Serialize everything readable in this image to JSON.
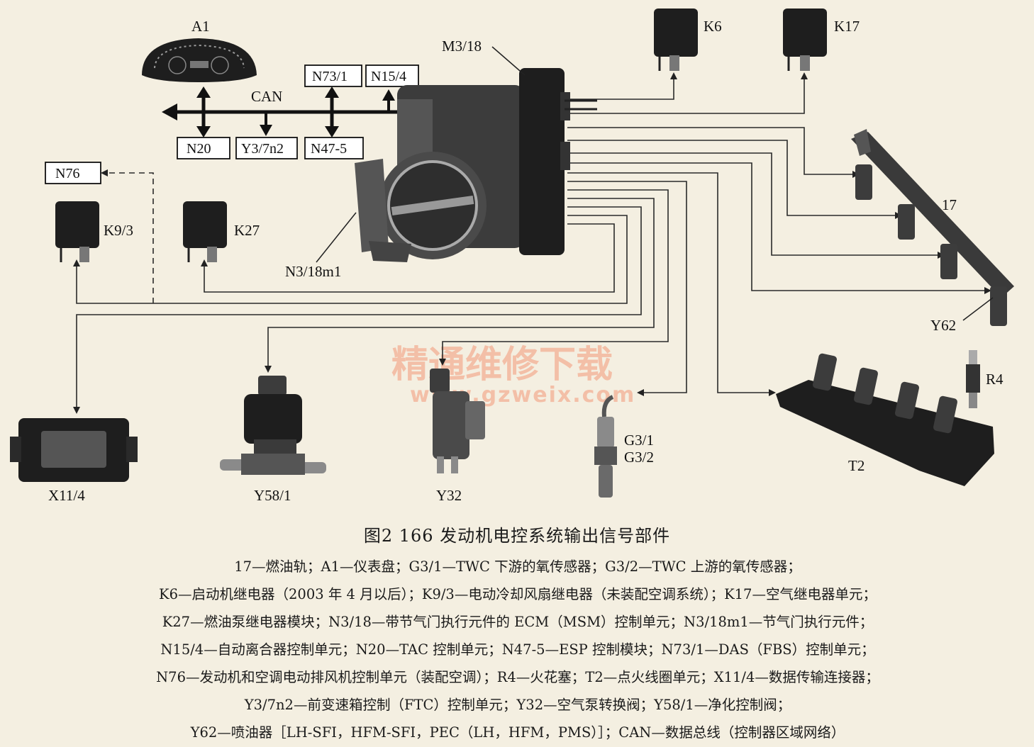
{
  "labels": {
    "A1": "A1",
    "M3_18": "M3/18",
    "K6": "K6",
    "K17": "K17",
    "CAN": "CAN",
    "N73_1": "N73/1",
    "N15_4": "N15/4",
    "N20": "N20",
    "Y3_7n2": "Y3/7n2",
    "N47_5": "N47-5",
    "N76": "N76",
    "K9_3": "K9/3",
    "K27": "K27",
    "N3_18m1": "N3/18m1",
    "item17": "17",
    "Y62": "Y62",
    "R4": "R4",
    "X11_4": "X11/4",
    "Y58_1": "Y58/1",
    "Y32": "Y32",
    "G3_1": "G3/1",
    "G3_2": "G3/2",
    "T2": "T2"
  },
  "watermark": {
    "main": "精通维修下载",
    "url": "www.gzweix.com"
  },
  "caption": "图2  166 发动机电控系统输出信号部件",
  "legend": [
    "17—燃油轨；A1—仪表盘；G3/1—TWC 下游的氧传感器；G3/2—TWC 上游的氧传感器；",
    "K6—启动机继电器（2003 年 4 月以后）；K9/3—电动冷却风扇继电器（未装配空调系统）；K17—空气继电器单元；",
    "K27—燃油泵继电器模块；N3/18—带节气门执行元件的 ECM（MSM）控制单元；N3/18m1—节气门执行元件；",
    "N15/4—自动离合器控制单元；N20—TAC 控制单元；N47-5—ESP 控制模块；N73/1—DAS（FBS）控制单元；",
    "N76—发动机和空调电动排风机控制单元（装配空调）；R4—火花塞；T2—点火线圈单元；X11/4—数据传输连接器；",
    "Y3/7n2—前变速箱控制（FTC）控制单元；Y32—空气泵转换阀；Y58/1—净化控制阀；",
    "Y62—喷油器［LH-SFI，HFM-SFI，PEC（LH，HFM，PMS）］；CAN—数据总线（控制器区域网络）"
  ]
}
